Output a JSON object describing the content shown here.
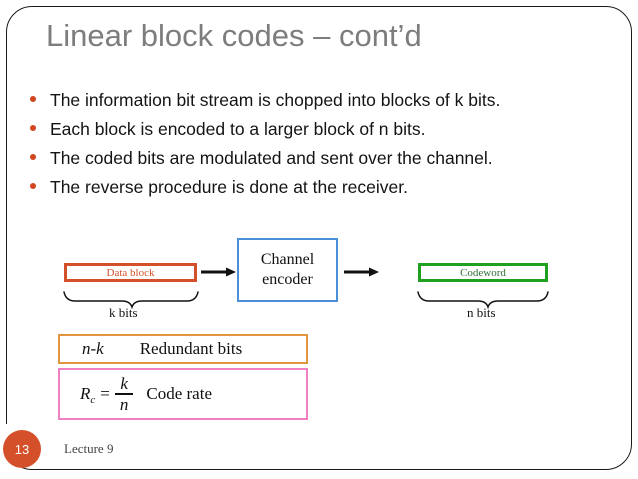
{
  "slide": {
    "title": "Linear block codes – cont’d",
    "bullets": [
      "The information bit stream is chopped into blocks of k bits.",
      "Each block is encoded to a larger block of n bits.",
      "The coded bits are modulated and sent over the channel.",
      "The reverse procedure is done at the receiver."
    ],
    "diagram": {
      "data_block_label": "Data block",
      "encoder_line1": "Channel",
      "encoder_line2": "encoder",
      "codeword_label": "Codeword",
      "k_bits_label": "k bits",
      "n_bits_label": "n bits"
    },
    "formulas": {
      "redundant_expr": "n-k",
      "redundant_text": "Redundant  bits",
      "coderate_symbol": "R",
      "coderate_subscript": "c",
      "coderate_equals": "=",
      "coderate_numerator": "k",
      "coderate_denominator": "n",
      "coderate_text": "Code rate"
    },
    "footer": {
      "slide_number": "13",
      "lecture_label": "Lecture 9"
    },
    "colors": {
      "title": "#7d7d7d",
      "bullet_marker": "#d1451f",
      "data_block_border": "#d4502a",
      "encoder_border": "#4a90d9",
      "codeword_border": "#1fa01f",
      "redundant_border": "#e2953f",
      "coderate_border": "#ef7fc3",
      "slide_number_bg": "#d4502a",
      "body_text": "#141414"
    }
  }
}
